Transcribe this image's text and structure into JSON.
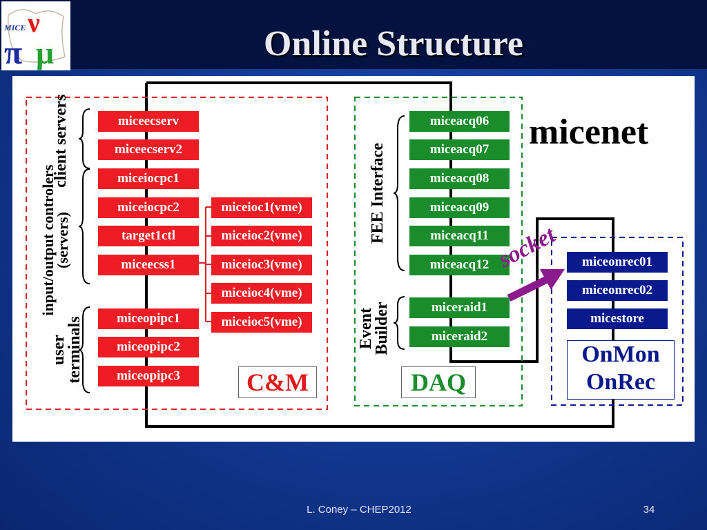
{
  "title": "Online Structure",
  "logo": {
    "text": "MICE"
  },
  "groups": {
    "cm": {
      "label": "C&M"
    },
    "daq": {
      "label": "DAQ"
    },
    "onmon": {
      "line1": "OnMon",
      "line2": "OnRec"
    }
  },
  "network_label": "micenet",
  "socket_label": "socket",
  "side_labels": {
    "client_servers": "client servers",
    "io_controllers": "input/output controlers (servers)",
    "user_terminals": "user terminals",
    "fee_interface": "FEE Interface",
    "event_builder": "Event Builder"
  },
  "cm_hosts": [
    "miceecserv",
    "miceecserv2",
    "miceiocpc1",
    "miceiocpc2",
    "target1ctl",
    "miceecss1",
    "miceopipc1",
    "miceopipc2",
    "miceopipc3"
  ],
  "vme_hosts": [
    "miceioc1(vme)",
    "miceioc2(vme)",
    "miceioc3(vme)",
    "miceioc4(vme)",
    "miceioc5(vme)"
  ],
  "daq_hosts": [
    "miceacq06",
    "miceacq07",
    "miceacq08",
    "miceacq09",
    "miceacq11",
    "miceacq12",
    "miceraid1",
    "miceraid2"
  ],
  "onrec_hosts": [
    "miceonrec01",
    "miceonrec02",
    "micestore"
  ],
  "colors": {
    "cm": "#ee1c24",
    "daq": "#1a8c2c",
    "onrec": "#0a1a8c",
    "socket": "#8b1a8c"
  },
  "footer": {
    "author": "L. Coney – CHEP2012",
    "page": "34"
  }
}
